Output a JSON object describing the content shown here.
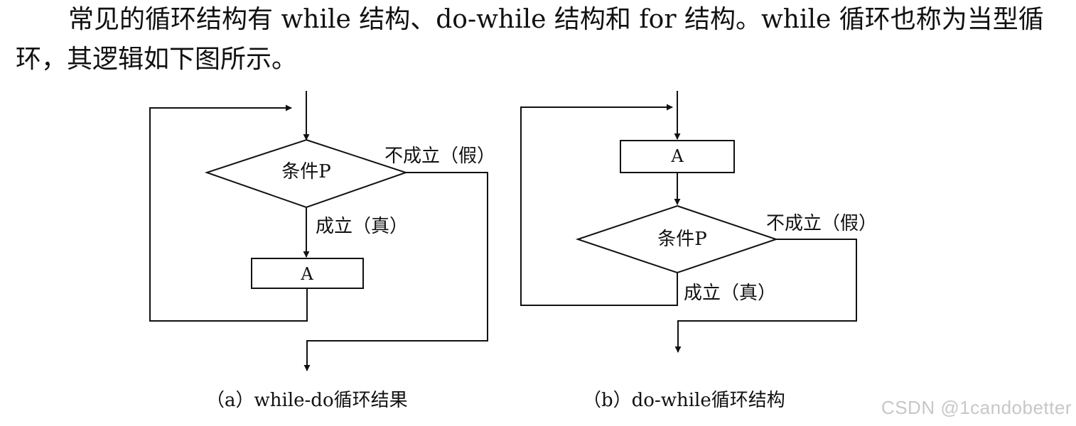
{
  "paragraph": {
    "line1": "常见的循环结构有 while 结构、do-while 结构和 for 结构。while 循环也称为当型循",
    "line2": "环，其逻辑如下图所示。"
  },
  "diagram_a": {
    "condition": "条件P",
    "false_label": "不成立（假）",
    "true_label": "成立（真）",
    "process": "A",
    "caption": "（a）while-do循环结果"
  },
  "diagram_b": {
    "process": "A",
    "condition": "条件P",
    "false_label": "不成立（假）",
    "true_label": "成立（真）",
    "caption": "（b）do-while循环结构"
  },
  "watermark": "CSDN @1candobetter"
}
